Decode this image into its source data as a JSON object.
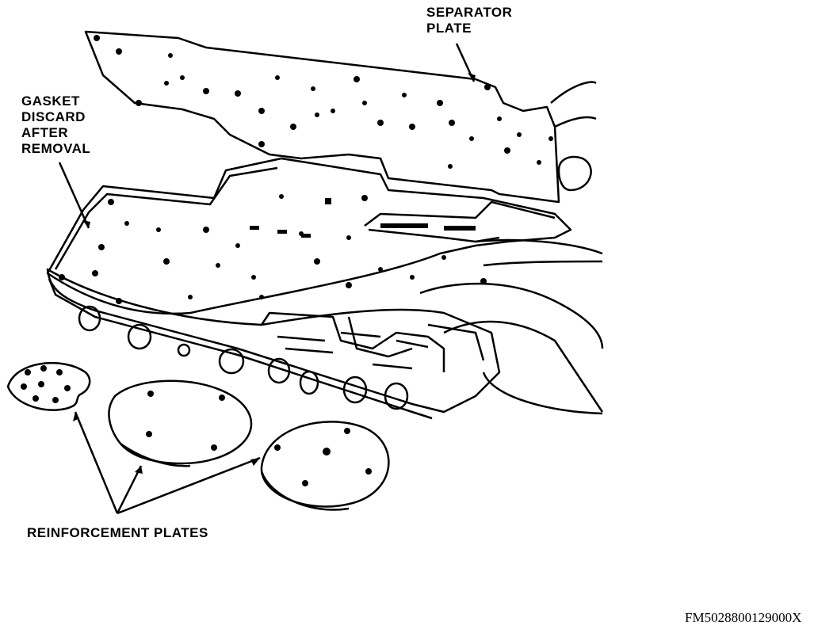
{
  "labels": {
    "separator_plate": [
      "SEPARATOR",
      "PLATE"
    ],
    "gasket": [
      "GASKET",
      "DISCARD",
      "AFTER",
      "REMOVAL"
    ],
    "reinforcement_plates": "REINFORCEMENT PLATES"
  },
  "figure_id": "FM5028800129000X",
  "colors": {
    "ink": "#000000",
    "paper": "#ffffff"
  }
}
